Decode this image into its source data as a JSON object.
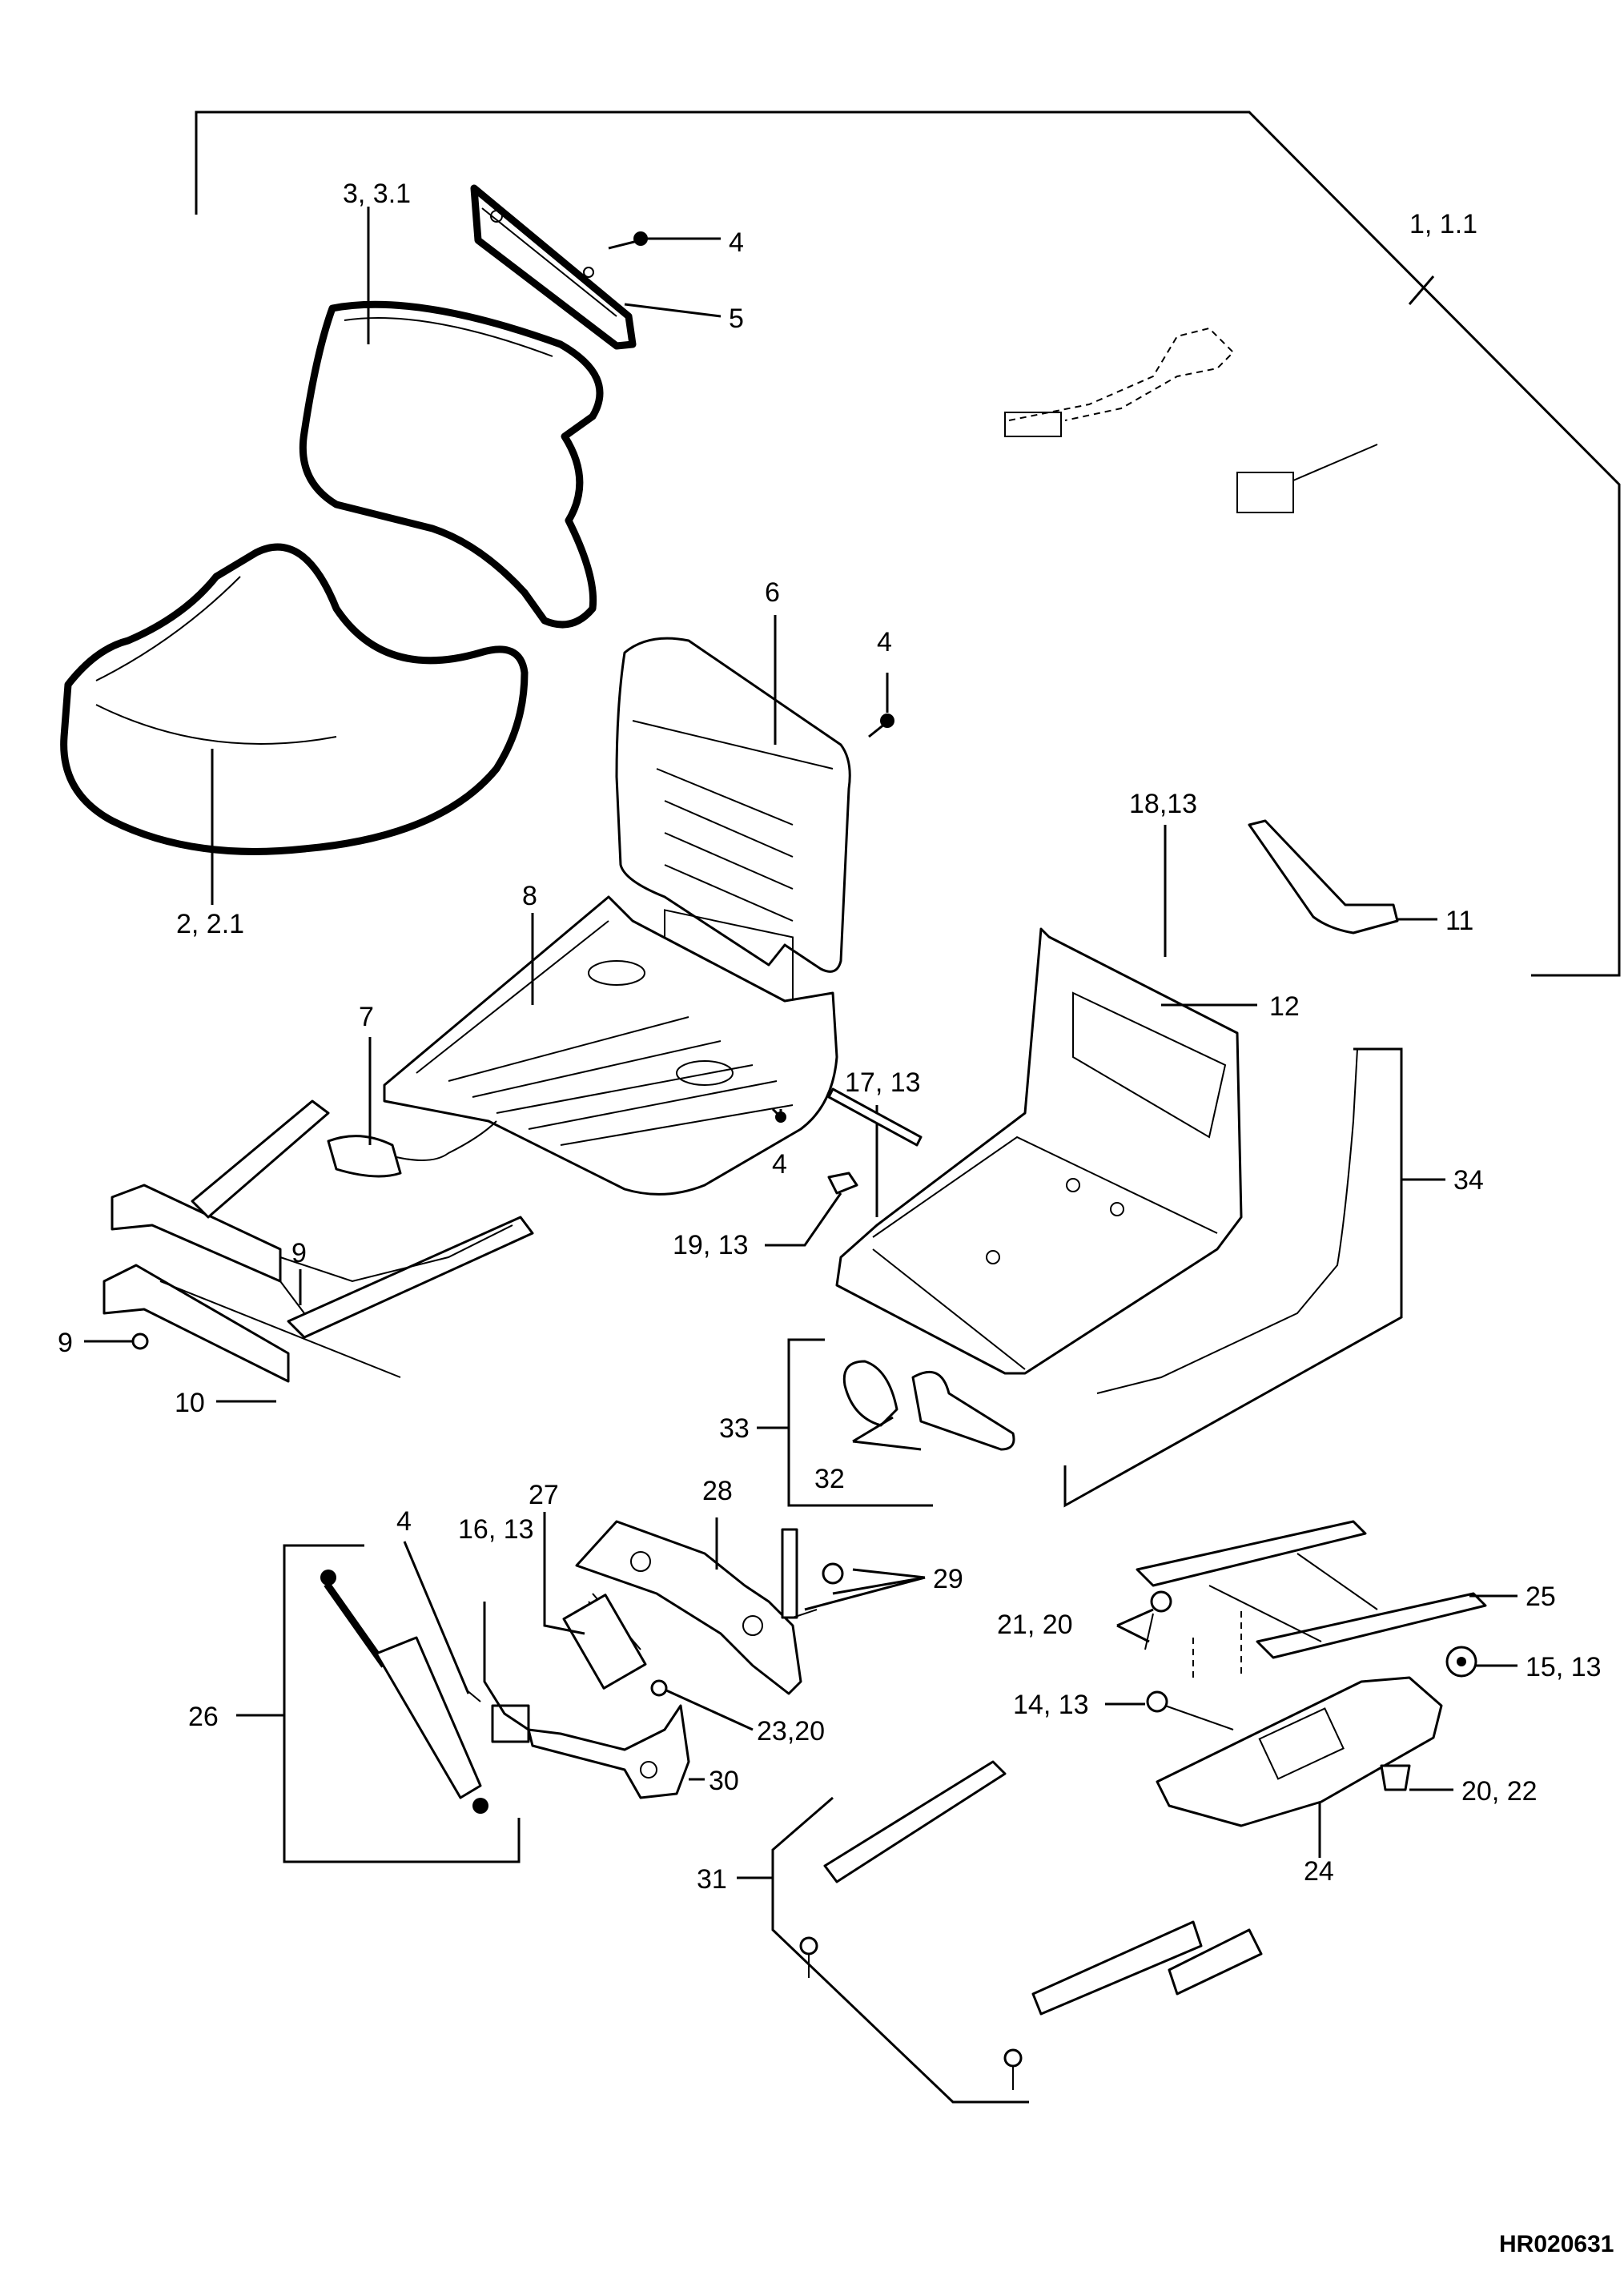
{
  "labels": {
    "l_1_1": "1, 1.1",
    "l_3_31": "3, 3.1",
    "l_4a": "4",
    "l_5": "5",
    "l_6": "6",
    "l_4b": "4",
    "l_18_13": "18,13",
    "l_11": "11",
    "l_2_21": "2, 2.1",
    "l_8": "8",
    "l_12": "12",
    "l_7": "7",
    "l_17_13": "17, 13",
    "l_34": "34",
    "l_4c": "4",
    "l_19_13": "19, 13",
    "l_9a": "9",
    "l_9b": "9",
    "l_10": "10",
    "l_33": "33",
    "l_32": "32",
    "l_4d": "4",
    "l_16_13": "16, 13",
    "l_27": "27",
    "l_28": "28",
    "l_29": "29",
    "l_21_20": "21, 20",
    "l_25": "25",
    "l_26": "26",
    "l_15_13": "15, 13",
    "l_14_13": "14, 13",
    "l_23_20": "23,20",
    "l_30": "30",
    "l_20_22": "20, 22",
    "l_31": "31",
    "l_24": "24"
  },
  "figure_code": "HR020631"
}
